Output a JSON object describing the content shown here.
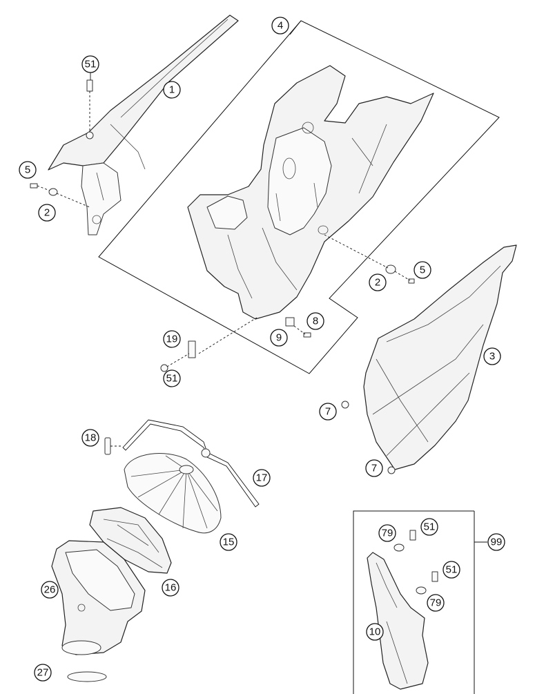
{
  "callouts": {
    "c1": "1",
    "c2a": "2",
    "c2b": "2",
    "c3": "3",
    "c4": "4",
    "c5a": "5",
    "c5b": "5",
    "c7a": "7",
    "c7b": "7",
    "c8": "8",
    "c9": "9",
    "c10": "10",
    "c15": "15",
    "c16": "16",
    "c17": "17",
    "c18": "18",
    "c19": "19",
    "c26": "26",
    "c27": "27",
    "c51a": "51",
    "c51b": "51",
    "c51c": "51",
    "c51d": "51",
    "c79a": "79",
    "c79b": "79",
    "c99": "99"
  }
}
